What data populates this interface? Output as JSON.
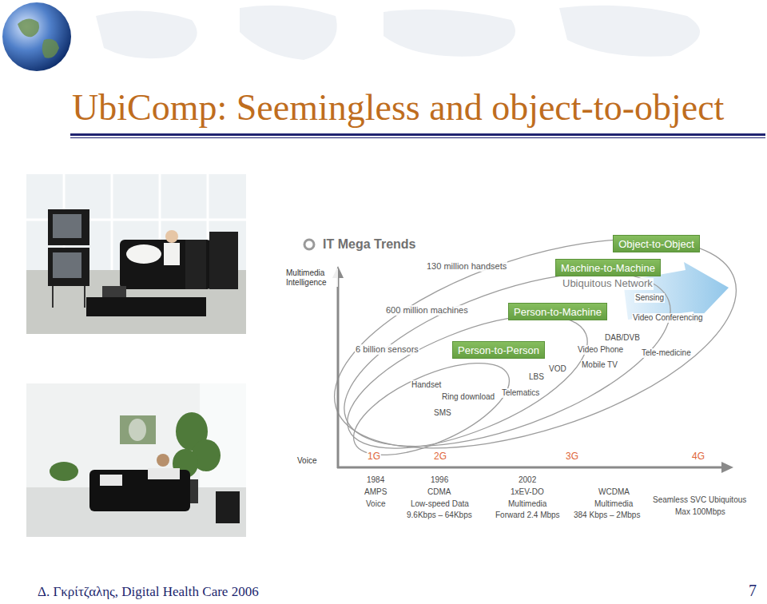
{
  "diagram": {
    "title": "UbiComp: Seemingless and object-to-object",
    "nodes": [
      {
        "text": [
          "Object-to-Object"
        ]
      },
      {
        "text": [
          "Machine-to-Machine"
        ]
      },
      {
        "text": [
          "Person-to-Machine"
        ]
      },
      {
        "text": [
          "Person-to-Person"
        ]
      }
    ],
    "labels": [
      "IT Mega Trends",
      "Multimedia Intelligence",
      "130 million handsets",
      "600 million machines",
      "6 billion sensors",
      "Ubiquitous Network",
      "Sensing",
      "Video Conferencing",
      "DAB/DVB",
      "Tele-medicine",
      "Video Phone",
      "Mobile TV",
      "VOD",
      "LBS",
      "Telematics",
      "Handset",
      "Ring download",
      "SMS",
      "Voice",
      "1G",
      "2G",
      "3G",
      "4G",
      "1984",
      "AMPS",
      "Voice",
      "1996",
      "CDMA",
      "Low-speed Data",
      "9.6Kbps – 64Kbps",
      "2002",
      "1xEV-DO",
      "Multimedia",
      "Forward 2.4 Mbps",
      "WCDMA",
      "Multimedia",
      "384 Kbps – 2Mbps",
      "Seamless SVC Ubiquitous",
      "Max 100Mbps",
      "Δ. Γκρίτζαλης, Digital Health Care 2006",
      "7"
    ]
  }
}
